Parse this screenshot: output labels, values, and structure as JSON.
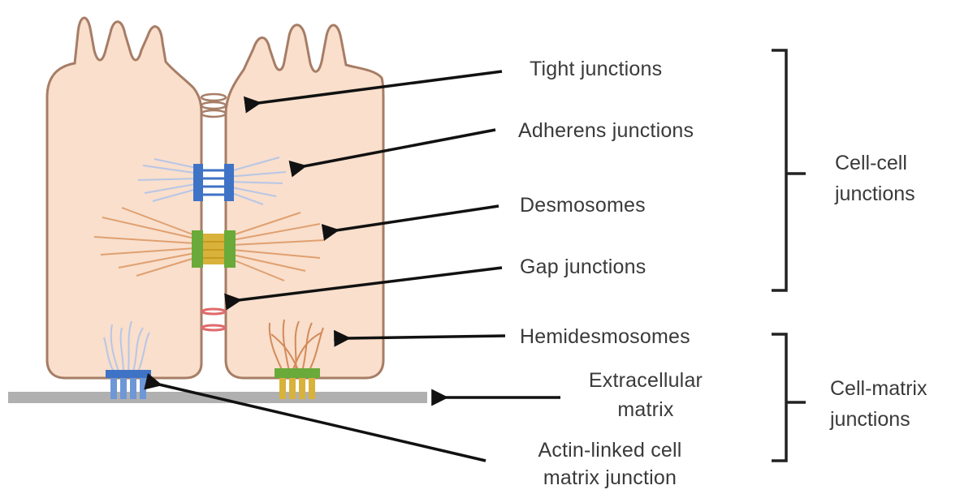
{
  "labels": {
    "tight": "Tight junctions",
    "adherens": "Adherens junctions",
    "desmosomes": "Desmosomes",
    "gap": "Gap junctions",
    "hemidesmosomes": "Hemidesmosomes",
    "ecm_line1": "Extracellular",
    "ecm_line2": "matrix",
    "actin_line1": "Actin-linked cell",
    "actin_line2": "matrix junction"
  },
  "groups": {
    "cell_cell_line1": "Cell-cell",
    "cell_cell_line2": "junctions",
    "cell_matrix_line1": "Cell-matrix",
    "cell_matrix_line2": "junctions"
  },
  "colors": {
    "cell_fill": "#f9dfcc",
    "cell_outline": "#a77d66",
    "adherens": "#3f73c6",
    "adherens_fibers": "#b8c6e6",
    "desmosome_core": "#d8b23a",
    "desmosome_plaque": "#6aaa3a",
    "desmosome_fibers": "#e0a070",
    "gap": "#e06a6a",
    "matrix": "#b0b0b0",
    "arrow": "#111111"
  }
}
